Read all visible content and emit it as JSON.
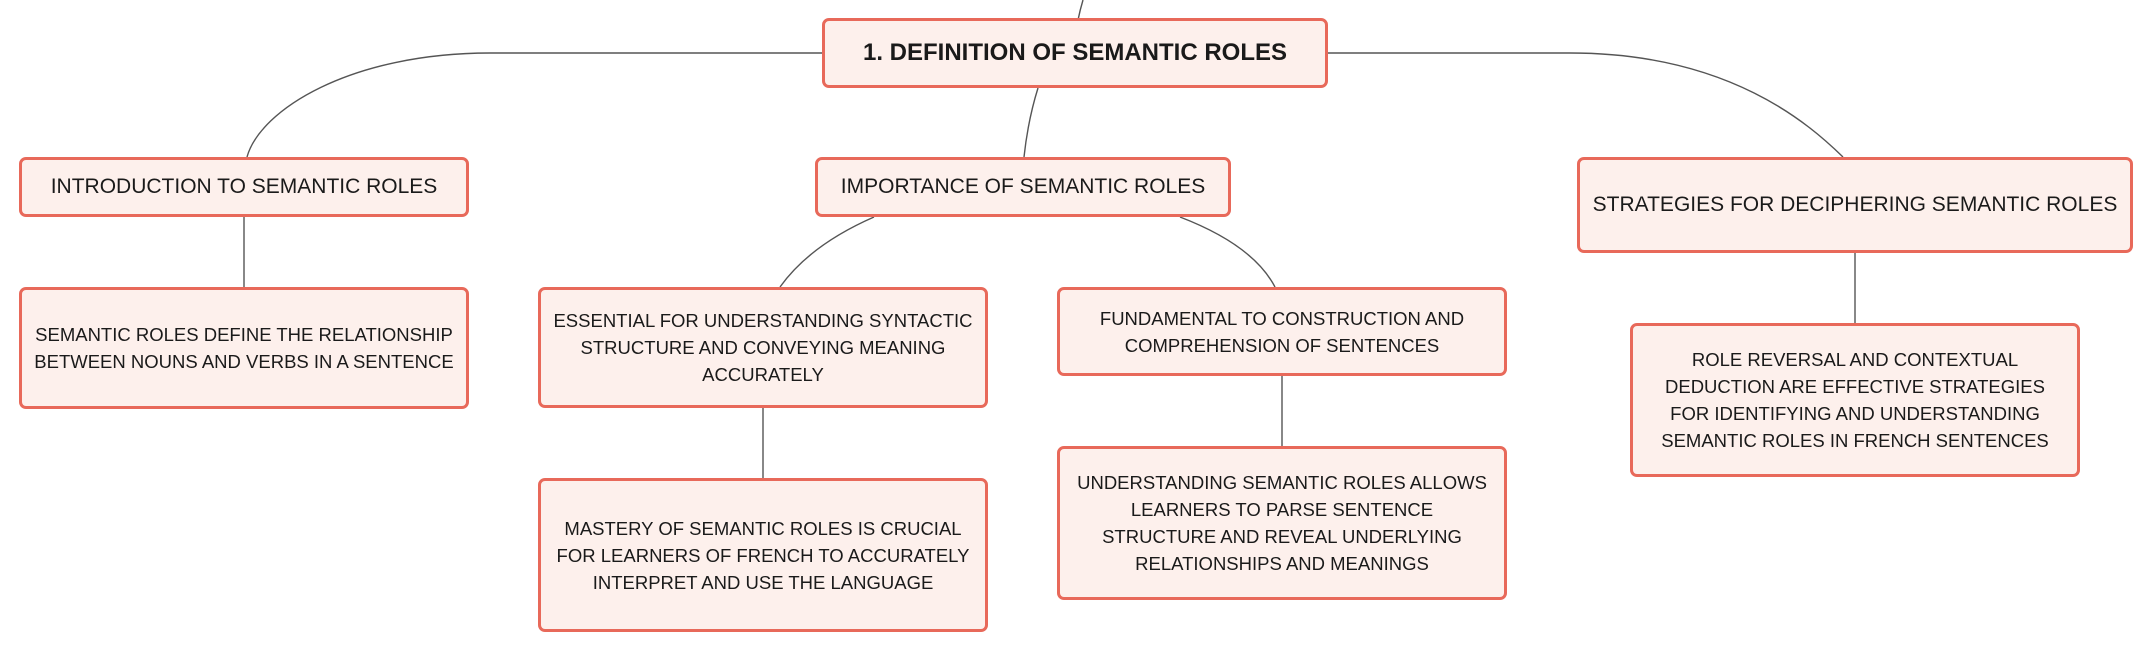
{
  "diagram": {
    "root": {
      "label": "1. DEFINITION OF SEMANTIC ROLES"
    },
    "topics": [
      {
        "label": "INTRODUCTION TO SEMANTIC ROLES",
        "details": [
          "SEMANTIC ROLES DEFINE THE RELATIONSHIP BETWEEN NOUNS AND VERBS IN A SENTENCE"
        ]
      },
      {
        "label": "IMPORTANCE OF SEMANTIC ROLES",
        "branches": [
          {
            "label": "ESSENTIAL FOR UNDERSTANDING SYNTACTIC STRUCTURE AND CONVEYING MEANING ACCURATELY",
            "detail": "MASTERY OF SEMANTIC ROLES IS CRUCIAL FOR LEARNERS OF FRENCH TO ACCURATELY INTERPRET AND USE THE LANGUAGE"
          },
          {
            "label": "FUNDAMENTAL TO CONSTRUCTION AND COMPREHENSION OF SENTENCES",
            "detail": "UNDERSTANDING SEMANTIC ROLES ALLOWS LEARNERS TO PARSE SENTENCE STRUCTURE AND REVEAL UNDERLYING RELATIONSHIPS AND MEANINGS"
          }
        ]
      },
      {
        "label": "STRATEGIES FOR DECIPHERING SEMANTIC ROLES",
        "details": [
          "ROLE REVERSAL AND CONTEXTUAL DEDUCTION ARE EFFECTIVE STRATEGIES FOR IDENTIFYING AND UNDERSTANDING SEMANTIC ROLES IN FRENCH SENTENCES"
        ]
      }
    ],
    "colors": {
      "node_border": "#e8695a",
      "node_fill": "#fdf0ec",
      "connector": "#555555",
      "text": "#1a1a1a"
    }
  }
}
